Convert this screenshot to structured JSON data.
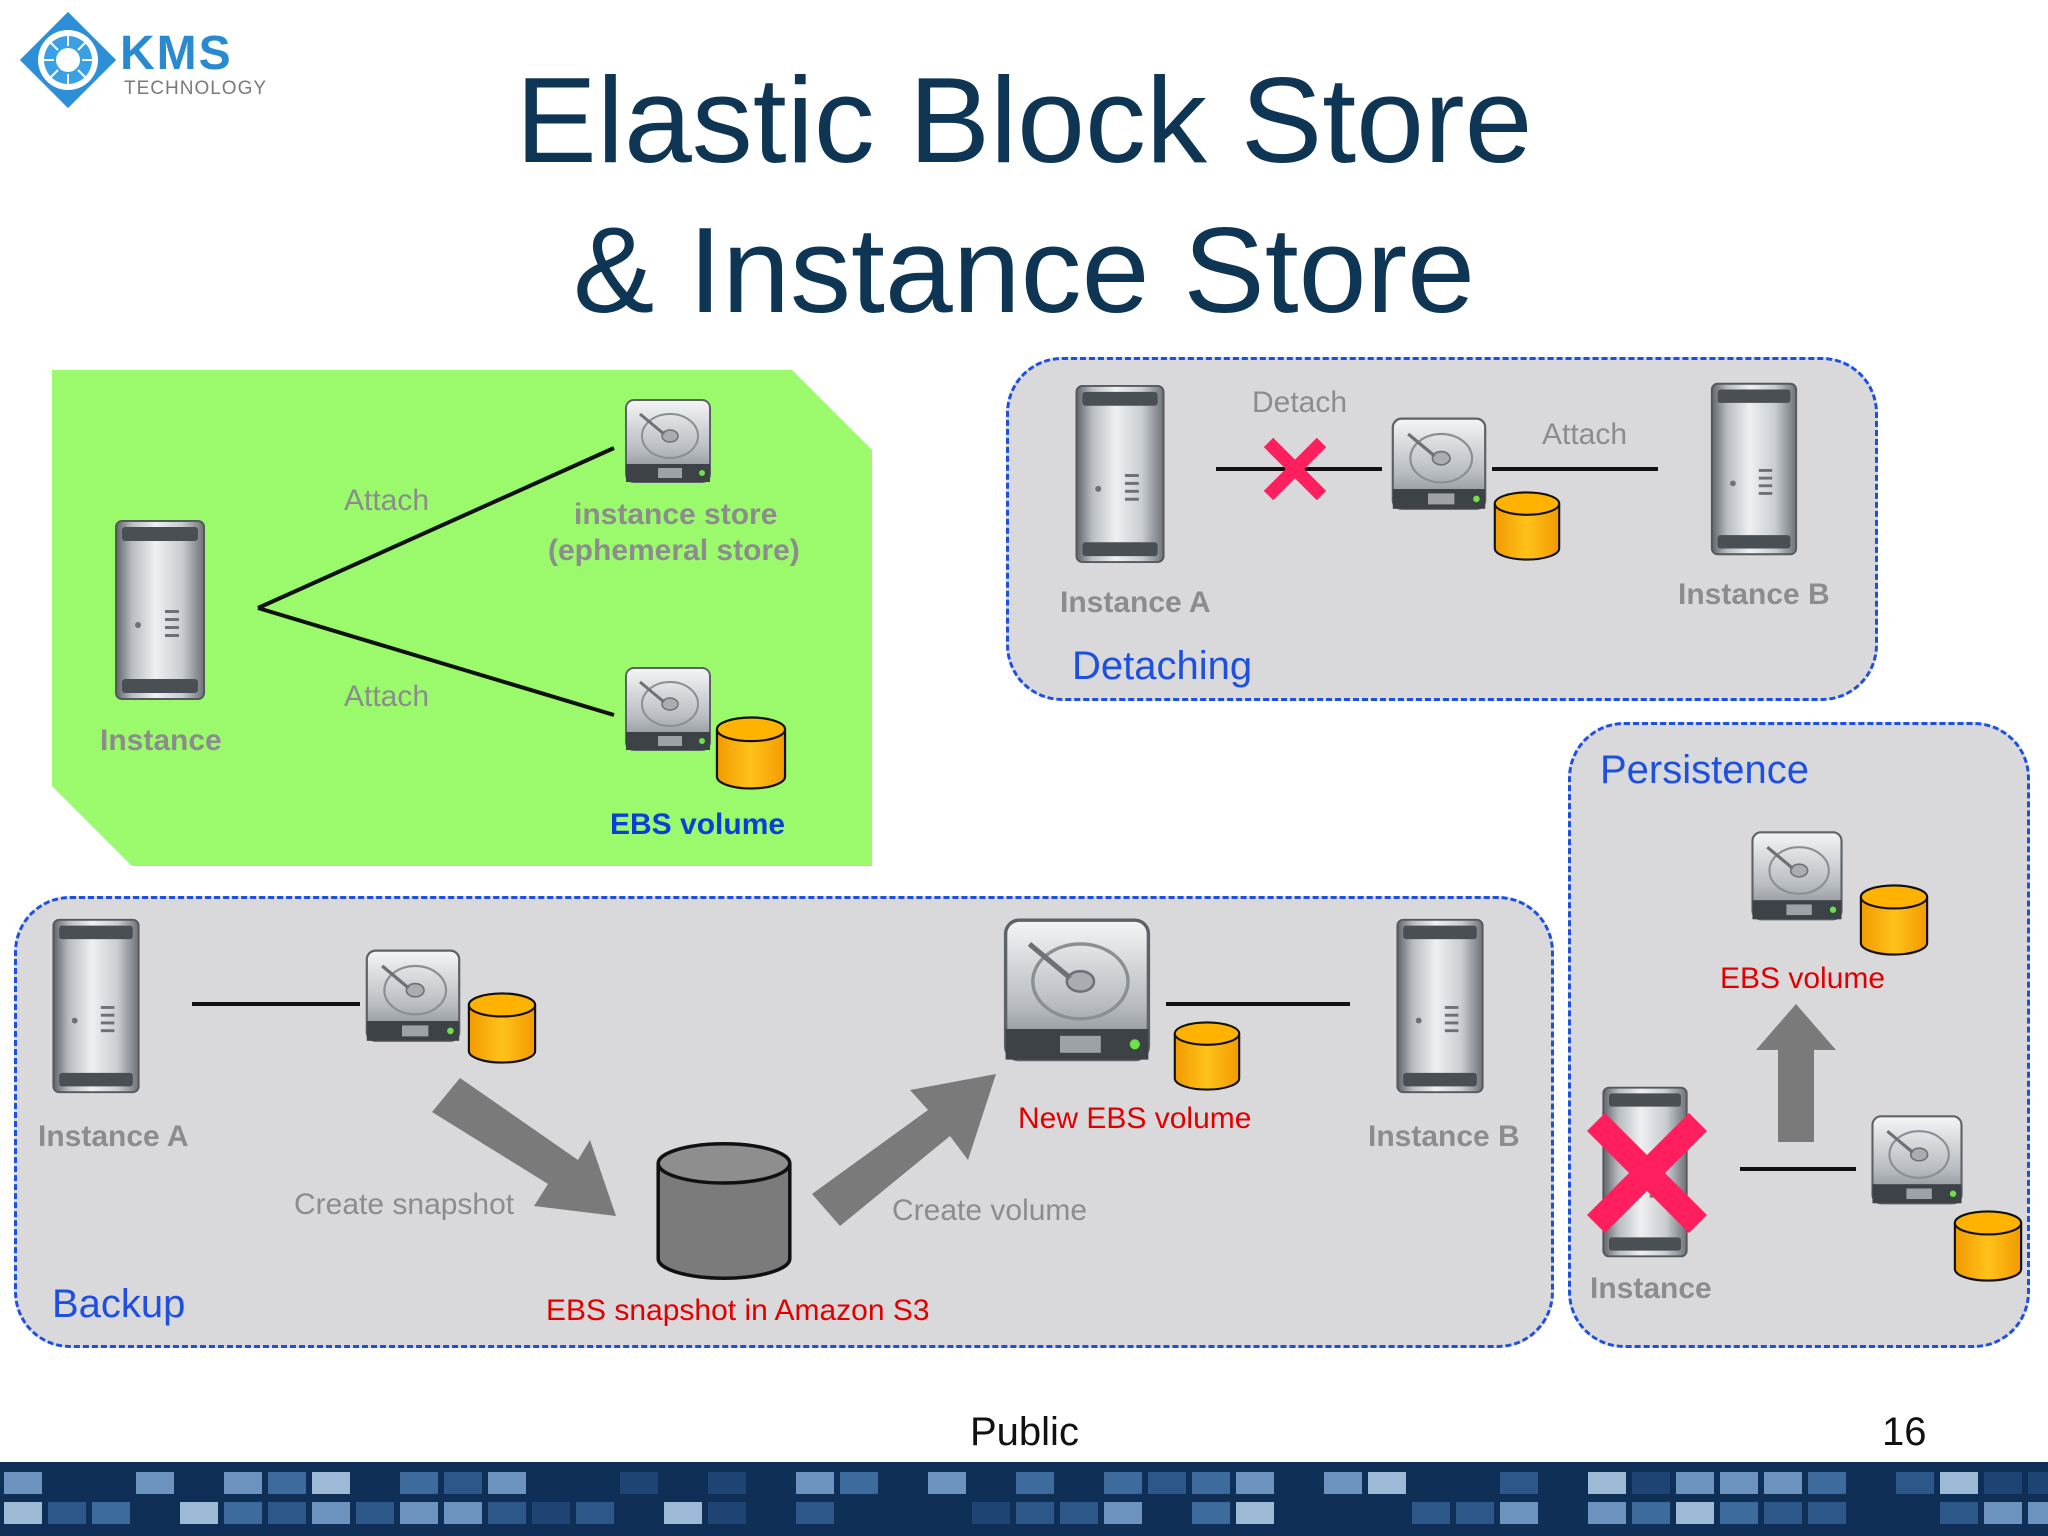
{
  "logo": {
    "name": "KMS",
    "tagline": "TECHNOLOGY"
  },
  "title": {
    "line1": "Elastic Block Store",
    "line2": "& Instance Store"
  },
  "colors": {
    "title": "#0e3553",
    "green_panel": "#9bfa6b",
    "gray_panel": "#d9d9dc",
    "panel_border": "#1d4fe0",
    "disk": "#ffb300",
    "red_label": "#e00000",
    "cross": "#ff1f5e",
    "arrow": "#7a7a7a",
    "footer_bar": "#0f2f57"
  },
  "overview": {
    "instance_label": "Instance",
    "attach_top": "Attach",
    "attach_bottom": "Attach",
    "instance_store_line1": "instance store",
    "instance_store_line2": "(ephemeral store)",
    "ebs_label": "EBS volume"
  },
  "detaching": {
    "title": "Detaching",
    "detach": "Detach",
    "attach": "Attach",
    "instance_a": "Instance A",
    "instance_b": "Instance B"
  },
  "persistence": {
    "title": "Persistence",
    "ebs_label": "EBS volume",
    "instance_label": "Instance"
  },
  "backup": {
    "title": "Backup",
    "instance_a": "Instance A",
    "instance_b": "Instance B",
    "create_snapshot": "Create snapshot",
    "create_volume": "Create volume",
    "snapshot_label": "EBS snapshot in Amazon S3",
    "new_volume": "New EBS volume"
  },
  "footer": {
    "classification": "Public",
    "page_number": "16"
  }
}
